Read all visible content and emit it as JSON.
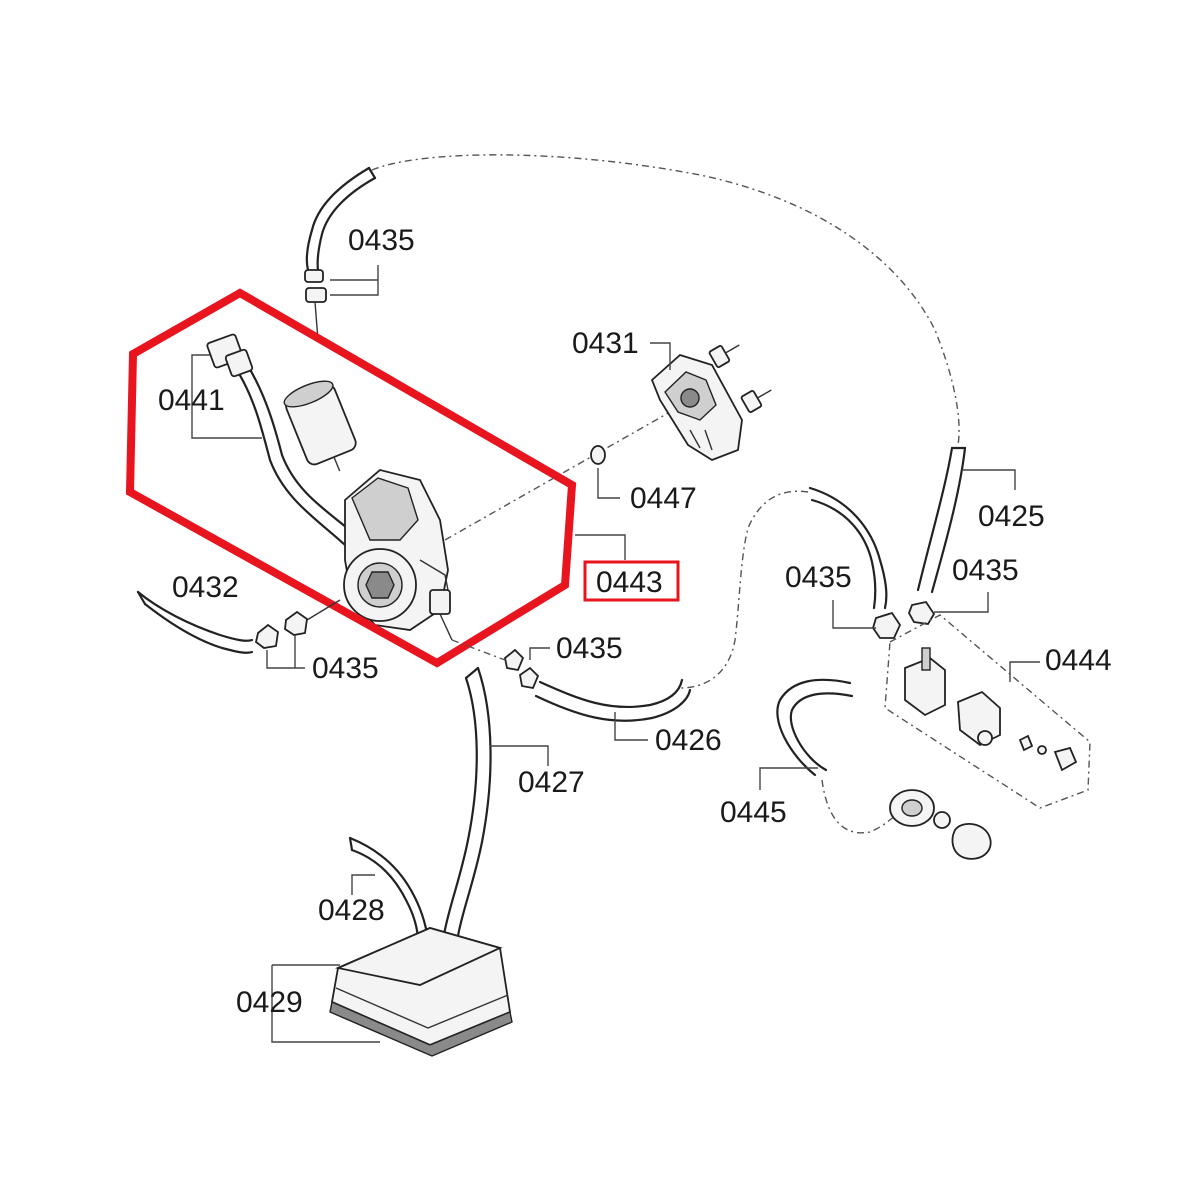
{
  "labels": {
    "p0435_top": "0435",
    "p0431": "0431",
    "p0441": "0441",
    "p0447": "0447",
    "p0425": "0425",
    "p0443": "0443",
    "p0432": "0432",
    "p0435_mid_left": "0435",
    "p0435_center": "0435",
    "p0435_right_a": "0435",
    "p0435_right_b": "0435",
    "p0444": "0444",
    "p0426": "0426",
    "p0427": "0427",
    "p0445": "0445",
    "p0428": "0428",
    "p0429": "0429"
  },
  "colors": {
    "highlight": "#e8141e",
    "line": "#222222",
    "background": "#ffffff"
  },
  "highlighted_part": "0443"
}
